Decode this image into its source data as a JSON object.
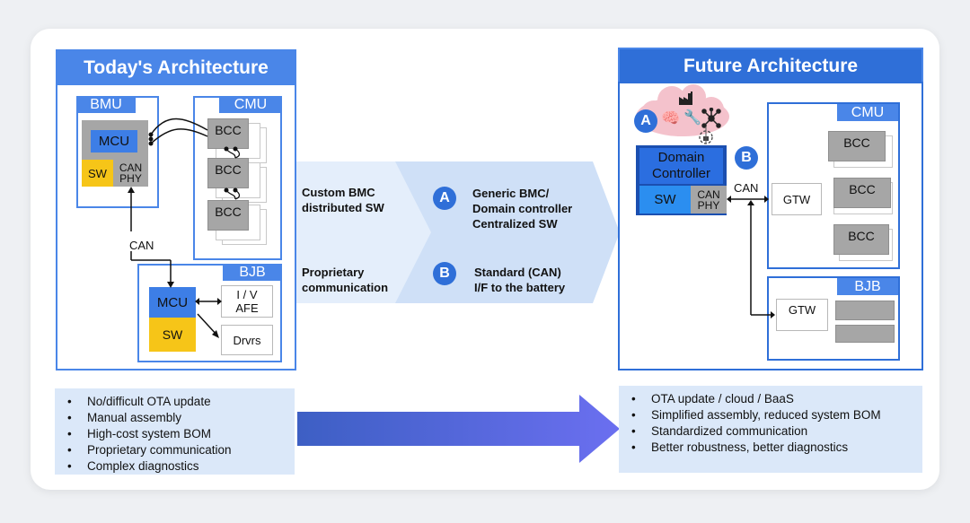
{
  "left": {
    "title": "Today's Architecture",
    "bmu_label": "BMU",
    "cmu_label": "CMU",
    "bjb_label": "BJB",
    "mcu": "MCU",
    "sw": "SW",
    "can_phy": "CAN\nPHY",
    "bcc": "BCC",
    "can": "CAN",
    "iv_afe": "I / V\nAFE",
    "drvrs": "Drvrs",
    "bullets": [
      "No/difficult OTA update",
      "Manual assembly",
      "High-cost system BOM",
      "Proprietary communication",
      "Complex diagnostics"
    ]
  },
  "middle": {
    "left_texts": [
      "Custom BMC\ndistributed SW",
      "Proprietary\ncommunication"
    ],
    "badge_a": "A",
    "badge_b": "B",
    "right_texts": [
      "Generic BMC/\nDomain controller\nCentralized SW",
      "Standard (CAN)\nI/F to the battery"
    ]
  },
  "right": {
    "title": "Future Architecture",
    "cmu_label": "CMU",
    "bjb_label": "BJB",
    "domain_controller": "Domain\nController",
    "sw": "SW",
    "can_phy": "CAN\nPHY",
    "can": "CAN",
    "gtw": "GTW",
    "bcc": "BCC",
    "badge_a": "A",
    "badge_b": "B",
    "bullets": [
      "OTA update / cloud / BaaS",
      "Simplified assembly, reduced system BOM",
      "Standardized communication",
      "Better robustness, better diagnostics"
    ]
  },
  "colors": {
    "blue": "#4a86e8",
    "light_blue": "#dbe8f9",
    "yellow": "#f6c518",
    "gray": "#a6a6a6",
    "cloud_pink": "#f4c2cc",
    "arrow_start": "#3d5fc4",
    "arrow_end": "#6b6ff0"
  },
  "icons": [
    "factory-icon",
    "brain-icon",
    "wrench-icon",
    "network-icon",
    "lock-icon"
  ]
}
